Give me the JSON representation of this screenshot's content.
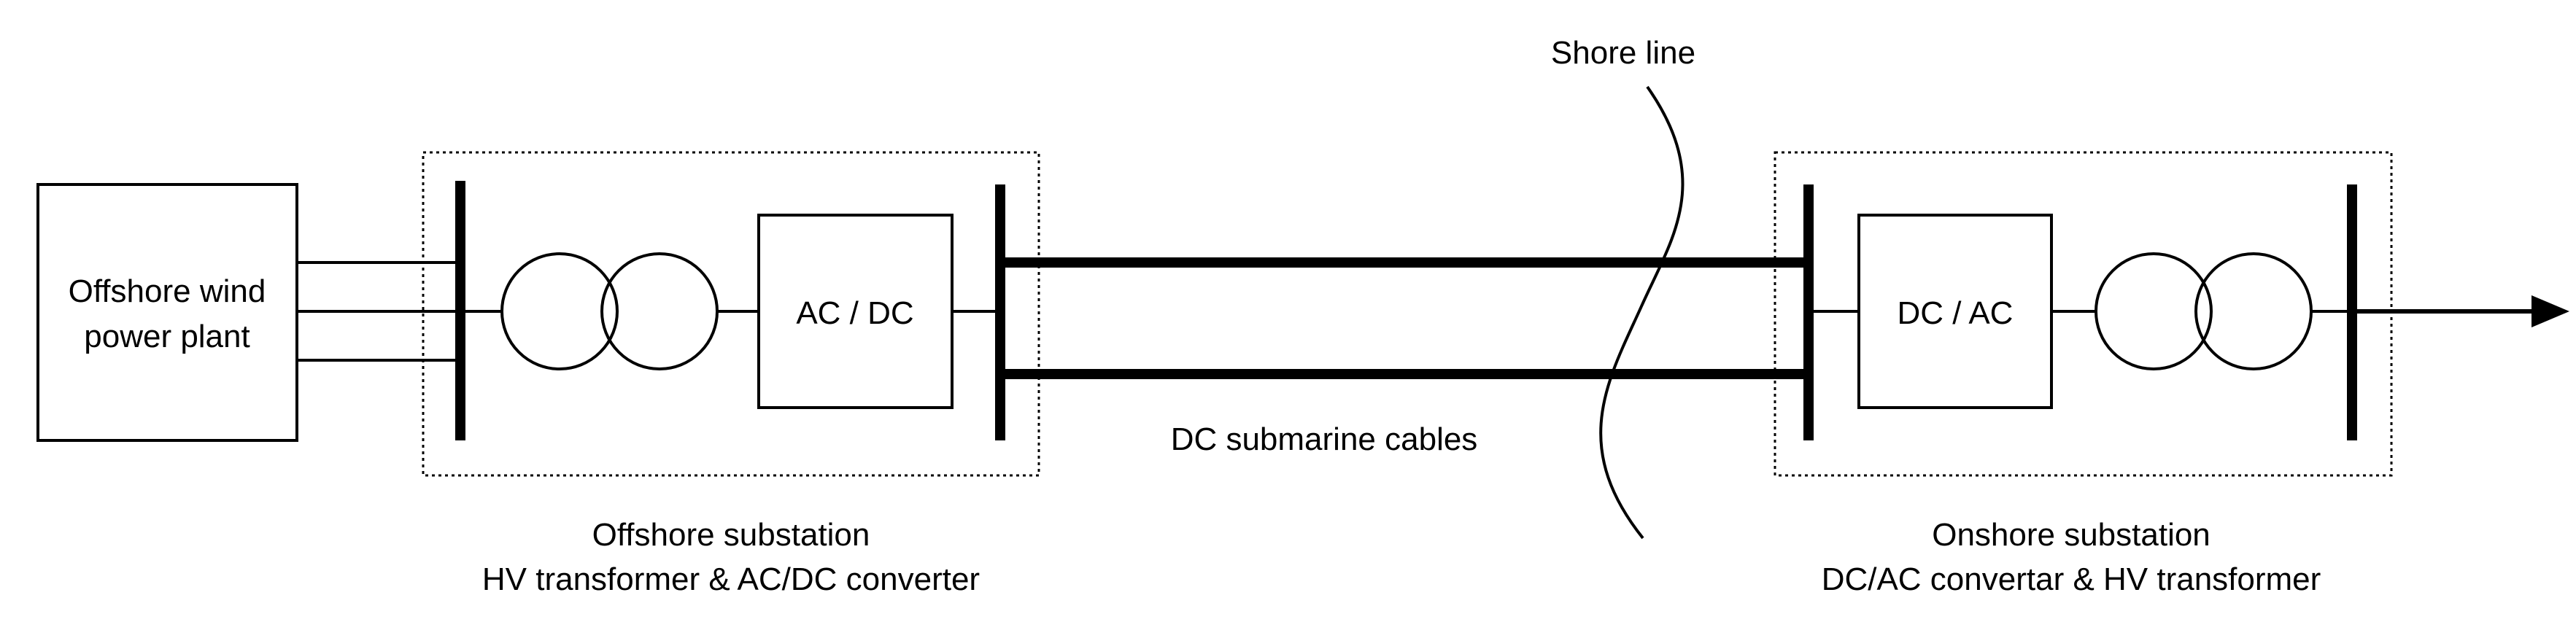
{
  "diagram": {
    "wind_plant": {
      "line1": "Offshore wind",
      "line2": "power plant"
    },
    "offshore_converter": {
      "label": "AC / DC"
    },
    "onshore_converter": {
      "label": "DC / AC"
    },
    "shore_line_label": "Shore line",
    "cables_label": "DC submarine cables",
    "offshore_substation": {
      "line1": "Offshore substation",
      "line2": "HV transformer & AC/DC converter"
    },
    "onshore_substation": {
      "line1": "Onshore substation",
      "line2": "DC/AC convertar & HV transformer"
    }
  }
}
